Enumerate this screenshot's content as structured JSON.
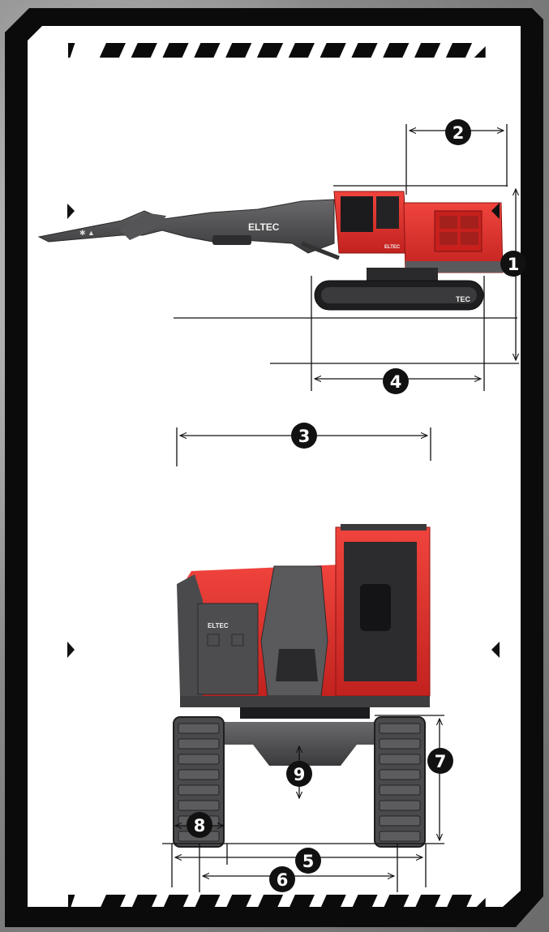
{
  "brand": {
    "boom_text": "ELTEC",
    "cab_text": "ELTEC",
    "track_text": "TEC",
    "front_panel_text": "ELTEC",
    "colors": {
      "machine_red": "#e8302c",
      "steel": "#4d4d4f",
      "dark": "#1a1a1a",
      "frame": "#0b0b0b"
    }
  },
  "side_view_dimensions": [
    {
      "label": "1",
      "meaning": "overall height"
    },
    {
      "label": "2",
      "meaning": "cab width"
    },
    {
      "label": "3",
      "meaning": "tail swing"
    },
    {
      "label": "4",
      "meaning": "track length"
    }
  ],
  "front_view_dimensions": [
    {
      "label": "5",
      "meaning": "overall width"
    },
    {
      "label": "6",
      "meaning": "track gauge"
    },
    {
      "label": "7",
      "meaning": "track height"
    },
    {
      "label": "8",
      "meaning": "shoe width"
    },
    {
      "label": "9",
      "meaning": "ground clearance"
    }
  ],
  "decorations": {
    "hazard_stripe_count": 14
  }
}
